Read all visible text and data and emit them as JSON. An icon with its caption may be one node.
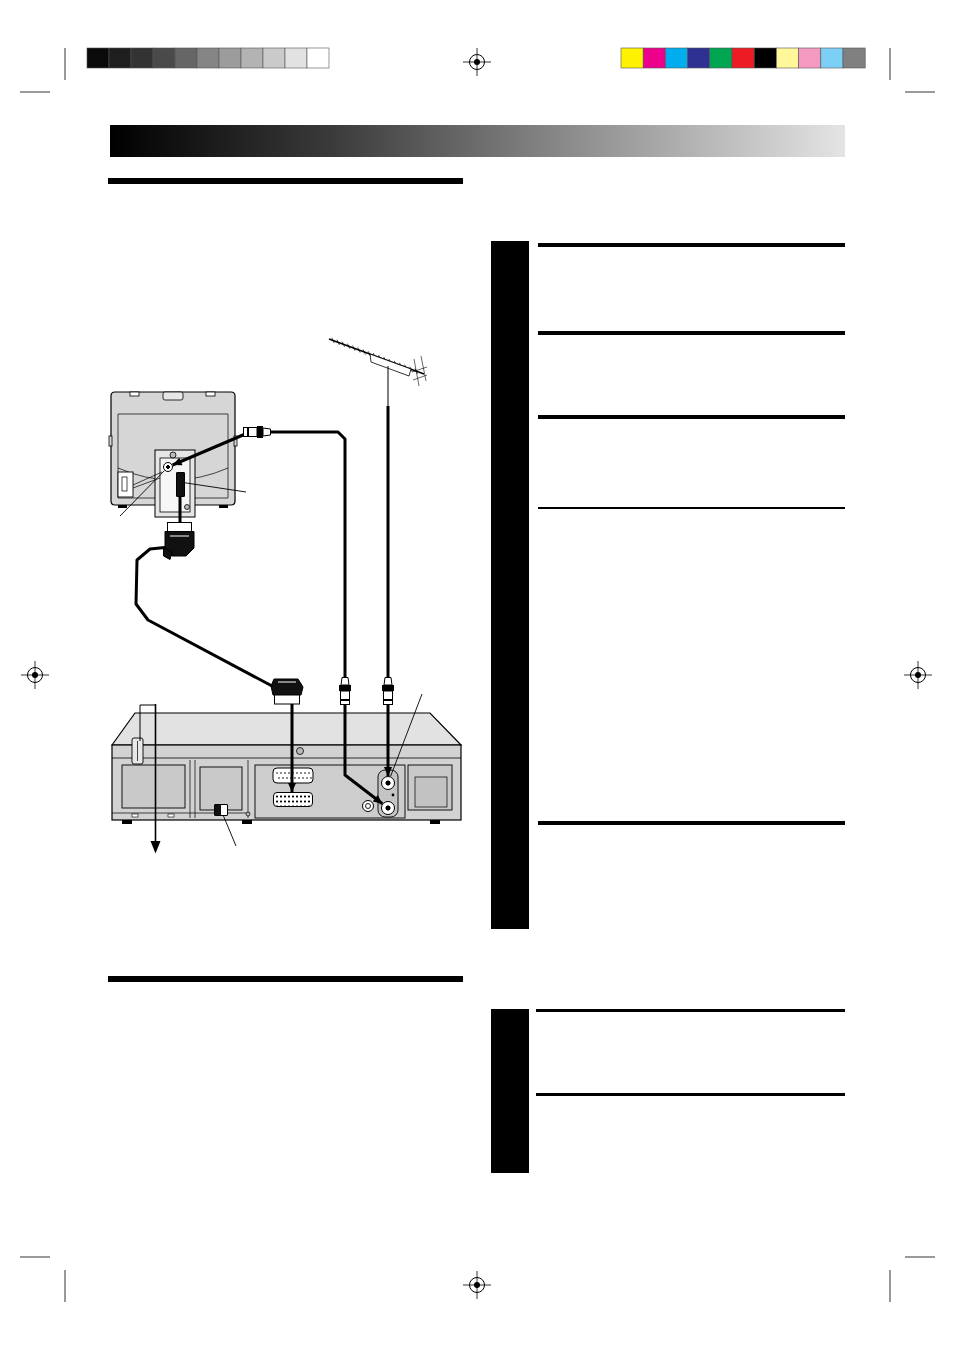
{
  "diagram": {
    "nodes": [
      {
        "text": [],
        "shape": "picture"
      },
      {
        "text": [],
        "shape": "picture"
      },
      {
        "text": [],
        "shape": "circle",
        "in": 1
      },
      {
        "text": [],
        "shape": "box",
        "in": 1
      },
      {
        "text": [],
        "shape": "picture"
      },
      {
        "text": [],
        "shape": "box",
        "in": 4
      },
      {
        "text": [],
        "shape": "circle",
        "in": 4
      },
      {
        "text": [],
        "shape": "circle",
        "in": 4
      },
      {
        "text": [],
        "shape": "box",
        "in": 4
      },
      {
        "text": [],
        "shape": "bar"
      },
      {
        "text": [],
        "shape": "bar"
      }
    ],
    "edges": [
      {
        "from": 0,
        "to": 6,
        "arrow": "to",
        "style": "thick"
      },
      {
        "from": 2,
        "to": 7,
        "arrow": "both",
        "style": "thick"
      },
      {
        "from": 3,
        "to": 5,
        "arrow": "to",
        "style": "thick"
      },
      {
        "from": null,
        "to": 2,
        "arrow": "none"
      },
      {
        "from": null,
        "to": 3,
        "arrow": "none"
      },
      {
        "from": null,
        "to": 6,
        "arrow": "none"
      },
      {
        "from": null,
        "to": 8,
        "arrow": "none"
      }
    ]
  }
}
